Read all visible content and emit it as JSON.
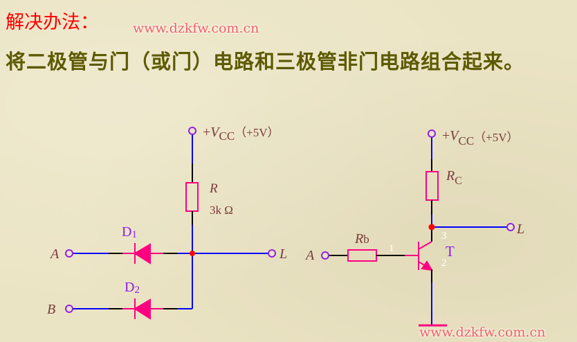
{
  "heading": "解决办法：",
  "subtitle": "将二极管与门（或门）电路和三极管非门电路组合起来。",
  "watermark": "www.dzkfw.com.cn",
  "left_circuit": {
    "vcc_plus": "+",
    "vcc_v": "V",
    "vcc_sub": "CC",
    "vcc_value": "（+5V）",
    "resistor_name": "R",
    "resistor_value": "3k Ω",
    "diode1": "D",
    "diode1_sub": "1",
    "diode2": "D",
    "diode2_sub": "2",
    "input_a": "A",
    "input_b": "B",
    "output": "L"
  },
  "right_circuit": {
    "vcc_plus": "+",
    "vcc_v": "V",
    "vcc_sub": "CC",
    "vcc_value": "（+5V）",
    "rc_name": "R",
    "rc_sub": "C",
    "rb_name": "R",
    "rb_sub": "b",
    "input_a": "A",
    "output": "L",
    "transistor": "T",
    "pin_base": "1",
    "pin_emitter": "2",
    "pin_collector": "3"
  },
  "colors": {
    "wire": "#0000ff",
    "component": "#ff0080",
    "terminal": "#9020e0",
    "junction": "#ff0000"
  }
}
